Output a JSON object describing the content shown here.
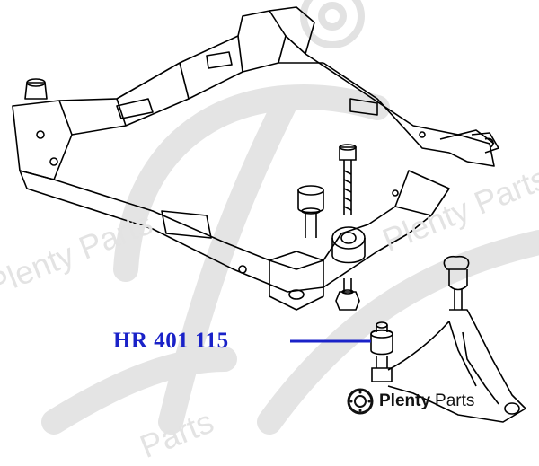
{
  "part_number": "HR 401 115",
  "brand": {
    "name": "Plenty",
    "suffix": "Parts"
  },
  "watermark": {
    "top_left": "Plenty Parts",
    "bottom_left": "Parts",
    "right": "Plenty Parts"
  },
  "colors": {
    "callout": "#1a22c8",
    "line_art": "#000000",
    "watermark": "#e0e0e0"
  },
  "icons": [
    "subframe",
    "bushing",
    "bolt",
    "control-arm",
    "brake-disc-logo"
  ]
}
